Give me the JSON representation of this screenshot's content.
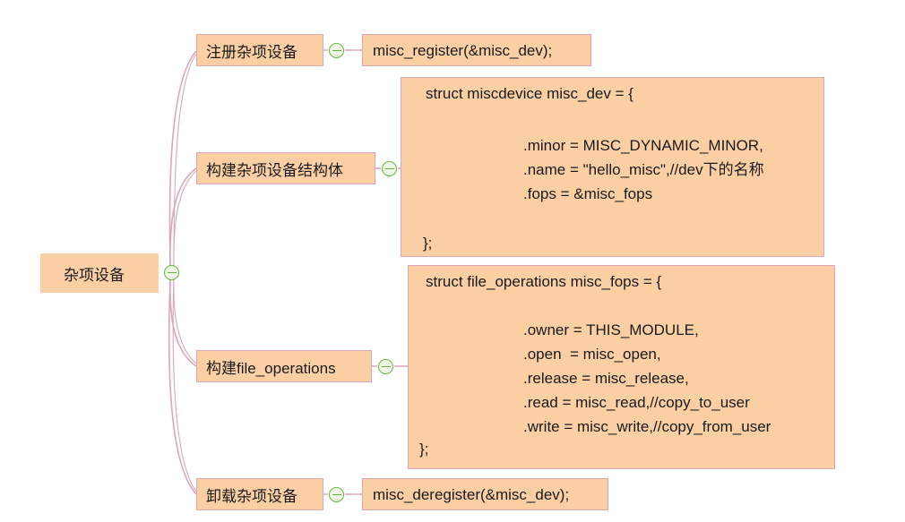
{
  "diagram": {
    "type": "mind-map",
    "title": "杂项设备",
    "colors": {
      "node_fill": "#fbcfa4",
      "node_border": "#d9a6bd",
      "edge": "#d9a6bd",
      "toggle_stroke": "#6db33f",
      "toggle_fill": "#eef7e6",
      "text": "#1a1a1a",
      "background": "#ffffff"
    },
    "root": {
      "label": "杂项设备"
    },
    "branches": [
      {
        "label": "注册杂项设备",
        "child_kind": "code",
        "child_lines": [
          "misc_register(&misc_dev);"
        ]
      },
      {
        "label": "构建杂项设备结构体",
        "child_kind": "code",
        "child_lines": [
          "struct miscdevice misc_dev = {",
          "",
          ".minor = MISC_DYNAMIC_MINOR,",
          ".name = \"hello_misc\",//dev下的名称",
          ".fops = &misc_fops",
          "",
          "};"
        ]
      },
      {
        "label": "构建file_operations",
        "child_kind": "code",
        "child_lines": [
          "struct file_operations misc_fops = {",
          "",
          ".owner = THIS_MODULE,",
          ".open  = misc_open,",
          ".release = misc_release,",
          ".read = misc_read,//copy_to_user",
          ".write = misc_write,//copy_from_user",
          "};"
        ]
      },
      {
        "label": "卸载杂项设备",
        "child_kind": "code",
        "child_lines": [
          "misc_deregister(&misc_dev);"
        ]
      }
    ],
    "toggles": {
      "root": "collapse-toggle-minus",
      "branch": "collapse-toggle-minus"
    }
  }
}
